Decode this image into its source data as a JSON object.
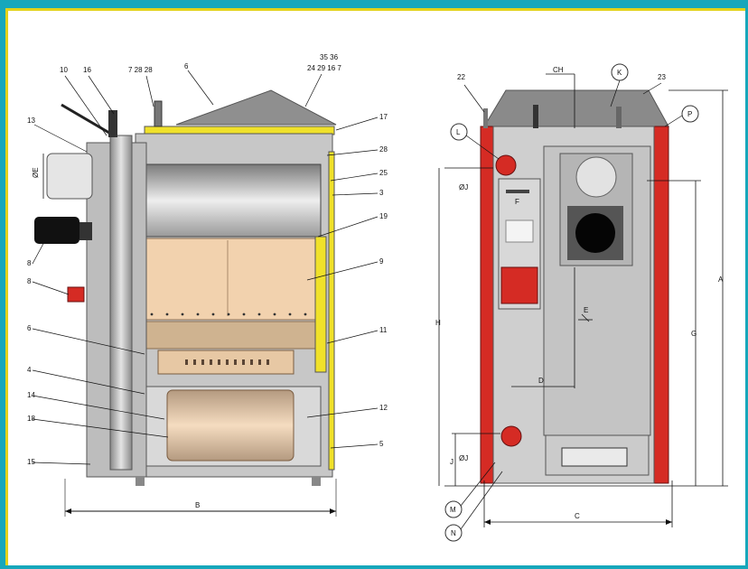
{
  "side_view": {
    "callouts": {
      "c10": "10",
      "c16": "16",
      "c7_28_28": "7 28 28",
      "c6": "6",
      "c35_36": "35 36",
      "c24_29_16_7": "24 29 16 7",
      "c13": "13",
      "c17": "17",
      "c28": "28",
      "c25": "25",
      "c3": "3",
      "c19": "19",
      "c9": "9",
      "c11": "11",
      "c12": "12",
      "c5": "5",
      "c8": "8",
      "c8b": "8",
      "c6b": "6",
      "c4": "4",
      "c14": "14",
      "c18": "18",
      "c15": "15"
    },
    "dim_width": "B",
    "dim_flue": "ØE"
  },
  "front_view": {
    "callouts": {
      "c22": "22",
      "c23": "23",
      "cK": "K",
      "cL": "L",
      "cP": "P",
      "cM": "M",
      "cN": "N"
    },
    "dims": {
      "ch": "CH",
      "c": "C",
      "h": "H",
      "a": "A",
      "g": "G",
      "d": "D",
      "e": "E",
      "j": "J",
      "f": "F",
      "d1": "ØJ",
      "d2": "ØJ"
    }
  },
  "colors": {
    "frame": "#17a7bb",
    "inner_border": "#e3d21a",
    "casing_red": "#d52b24",
    "yellow_tube": "#f0e12a",
    "refractory": "#f2d2ae"
  }
}
